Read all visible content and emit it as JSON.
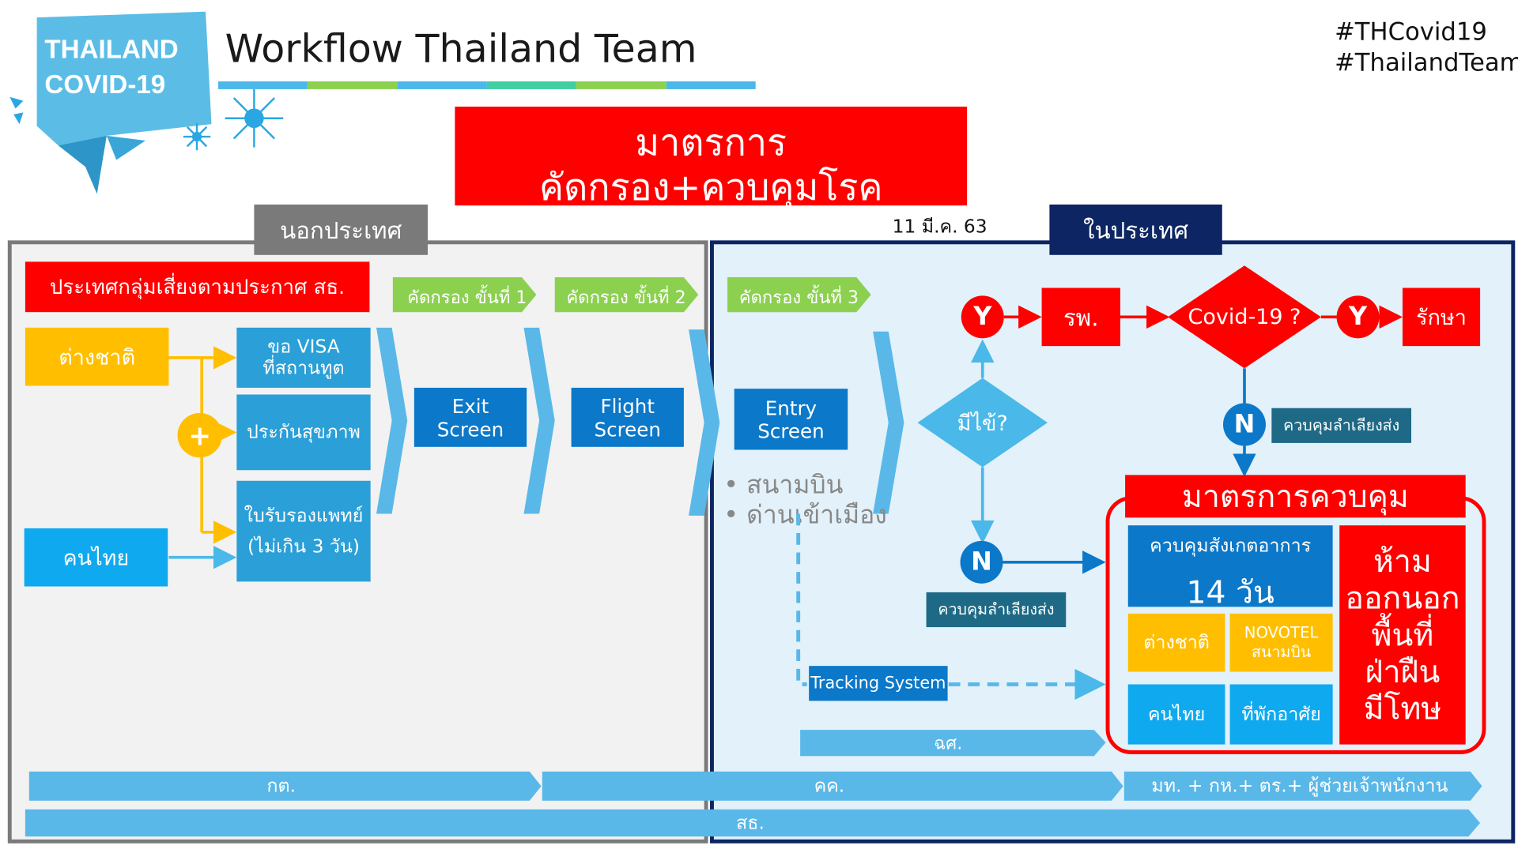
{
  "header": {
    "badge_line1": "THAILAND",
    "badge_line2": "COVID-19",
    "title": "Workflow Thailand Team",
    "hashtag1": "#THCovid19",
    "hashtag2": "#ThailandTeam"
  },
  "banner": {
    "line1": "มาตรการ",
    "line2": "คัดกรอง+ควบคุมโรค"
  },
  "date": "11 มี.ค. 63",
  "abroad": {
    "tab": "นอกประเทศ",
    "risk_countries": "ประเทศกลุ่มเสี่ยงตามประกาศ สธ.",
    "foreigner": "ต่างชาติ",
    "thai": "คนไทย",
    "plus": "+",
    "visa": "ขอ VISA\nที่สถานทูต",
    "insurance": "ประกันสุขภาพ",
    "medical_cert": "ใบรับรองแพทย์\n(ไม่เกิน 3 วัน)",
    "step1": "คัดกรอง ขั้นที่ 1",
    "step2": "คัดกรอง ขั้นที่ 2",
    "exit_screen": "Exit\nScreen",
    "flight_screen": "Flight\nScreen"
  },
  "domestic": {
    "tab": "ในประเทศ",
    "step3": "คัดกรอง ขั้นที่ 3",
    "entry_screen": "Entry\nScreen",
    "entry_points": [
      "สนามบิน",
      "ด่านเข้าเมือง"
    ],
    "fever_q": "มีไข้?",
    "yes": "Y",
    "no": "N",
    "hospital": "รพ.",
    "covid_q": "Covid-19 ?",
    "treat": "รักษา",
    "close_contact": "ควบคุมลำเลียงส่ง",
    "tracking": "Tracking System",
    "dot_bar": "ฉศ."
  },
  "control": {
    "title": "มาตรการควบคุม",
    "observe": "ควบคุมสังเกตอาการ",
    "days": "14 วัน",
    "foreigner": "ต่างชาติ",
    "novotel": "NOVOTEL\nสนามบิน",
    "thai": "คนไทย",
    "residence": "ที่พักอาศัย",
    "forbid": "ห้าม\nออกนอก\nพื้นที่\nฝ่าฝืน\nมีโทษ"
  },
  "agencies": {
    "mfa": "กต.",
    "transport": "คค.",
    "interior": "มท. + กห.+ ตร.+ ผู้ช่วยเจ้าพนักงาน",
    "moph": "สธ."
  },
  "colors": {
    "red": "#ff0000",
    "blue": "#0b78c9",
    "sky": "#0fa9ef",
    "gold": "#ffbf00",
    "green": "#8cd050",
    "navy": "#0d2563",
    "gray": "#7a7a7a"
  }
}
